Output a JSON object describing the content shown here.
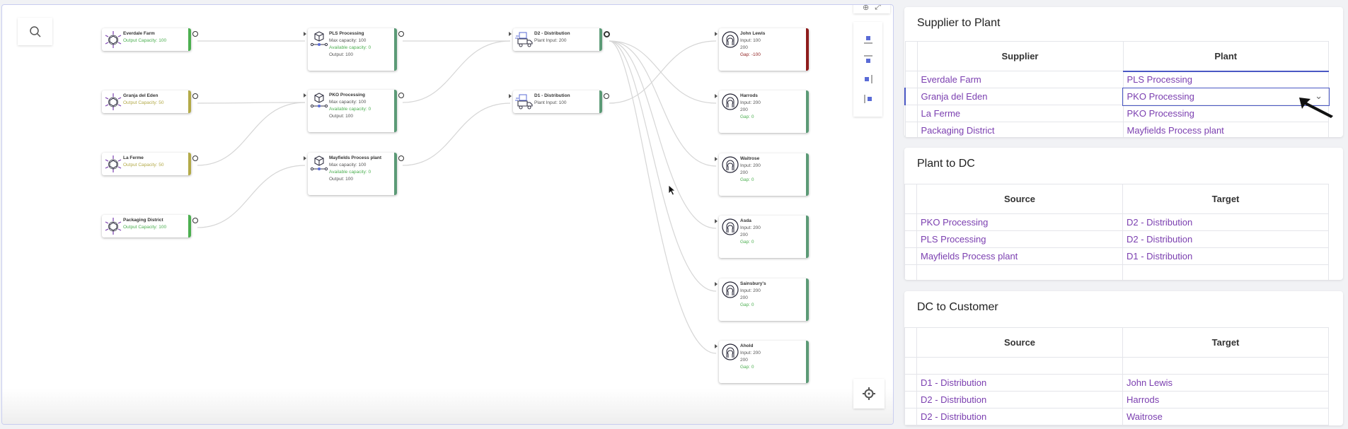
{
  "canvas": {
    "suppliers": [
      {
        "name": "Everdale Farm",
        "output": "Output Capacity: 100",
        "status": "ok"
      },
      {
        "name": "Granja del Eden",
        "output": "Output Capacity: 50",
        "status": "partial"
      },
      {
        "name": "La Ferme",
        "output": "Output Capacity: 50",
        "status": "partial"
      },
      {
        "name": "Packaging District",
        "output": "Output Capacity: 100",
        "status": "ok"
      }
    ],
    "plants": [
      {
        "name": "PLS Processing",
        "max": "Max capacity: 100",
        "available": "Available capacity: 0",
        "output": "Output: 100"
      },
      {
        "name": "PKO Processing",
        "max": "Max capacity: 100",
        "available": "Available capacity: 0",
        "output": "Output: 100"
      },
      {
        "name": "Mayfields Process plant",
        "max": "Max capacity: 100",
        "available": "Available capacity: 0",
        "output": "Output: 100"
      }
    ],
    "dcs": [
      {
        "name": "D2 - Distribution",
        "input": "Plant Input: 200"
      },
      {
        "name": "D1 - Distribution",
        "input": "Plant Input: 100"
      }
    ],
    "customers": [
      {
        "name": "John Lewis",
        "input": "Input: 100",
        "demand": "200",
        "gap": "Gap: -100",
        "status": "bad"
      },
      {
        "name": "Harrods",
        "input": "Input: 200",
        "demand": "200",
        "gap": "Gap: 0",
        "status": "ok"
      },
      {
        "name": "Waitrose",
        "input": "Input: 200",
        "demand": "200",
        "gap": "Gap: 0",
        "status": "ok"
      },
      {
        "name": "Asda",
        "input": "Input: 200",
        "demand": "200",
        "gap": "Gap: 0",
        "status": "ok"
      },
      {
        "name": "Sainsbury's",
        "input": "Input: 200",
        "demand": "200",
        "gap": "Gap: 0",
        "status": "ok"
      },
      {
        "name": "Ahold",
        "input": "Input: 200",
        "demand": "200",
        "gap": "Gap: 0",
        "status": "ok"
      }
    ],
    "colors": {
      "ok": "#4caf50",
      "partial": "#b3aa48",
      "plant": "#5b9a76",
      "bad": "#8e1c1c",
      "text_purple": "#7b3fb0"
    }
  },
  "tables": {
    "supplier_to_plant": {
      "title": "Supplier to Plant",
      "headers": [
        "Supplier",
        "Plant"
      ],
      "rows": [
        [
          "Everdale Farm",
          "PLS Processing"
        ],
        [
          "Granja del Eden",
          "PKO Processing"
        ],
        [
          "La Ferme",
          "PKO Processing"
        ],
        [
          "Packaging District",
          "Mayfields Process plant"
        ]
      ]
    },
    "plant_to_dc": {
      "title": "Plant to DC",
      "headers": [
        "Source",
        "Target"
      ],
      "rows": [
        [
          "PKO Processing",
          "D2 - Distribution"
        ],
        [
          "PLS Processing",
          "D2 - Distribution"
        ],
        [
          "Mayfields Process plant",
          "D1 - Distribution"
        ]
      ]
    },
    "dc_to_customer": {
      "title": "DC to Customer",
      "headers": [
        "Source",
        "Target"
      ],
      "rows": [
        [
          "D1 - Distribution",
          "John Lewis"
        ],
        [
          "D2 - Distribution",
          "Harrods"
        ],
        [
          "D2 - Distribution",
          "Waitrose"
        ]
      ]
    }
  }
}
